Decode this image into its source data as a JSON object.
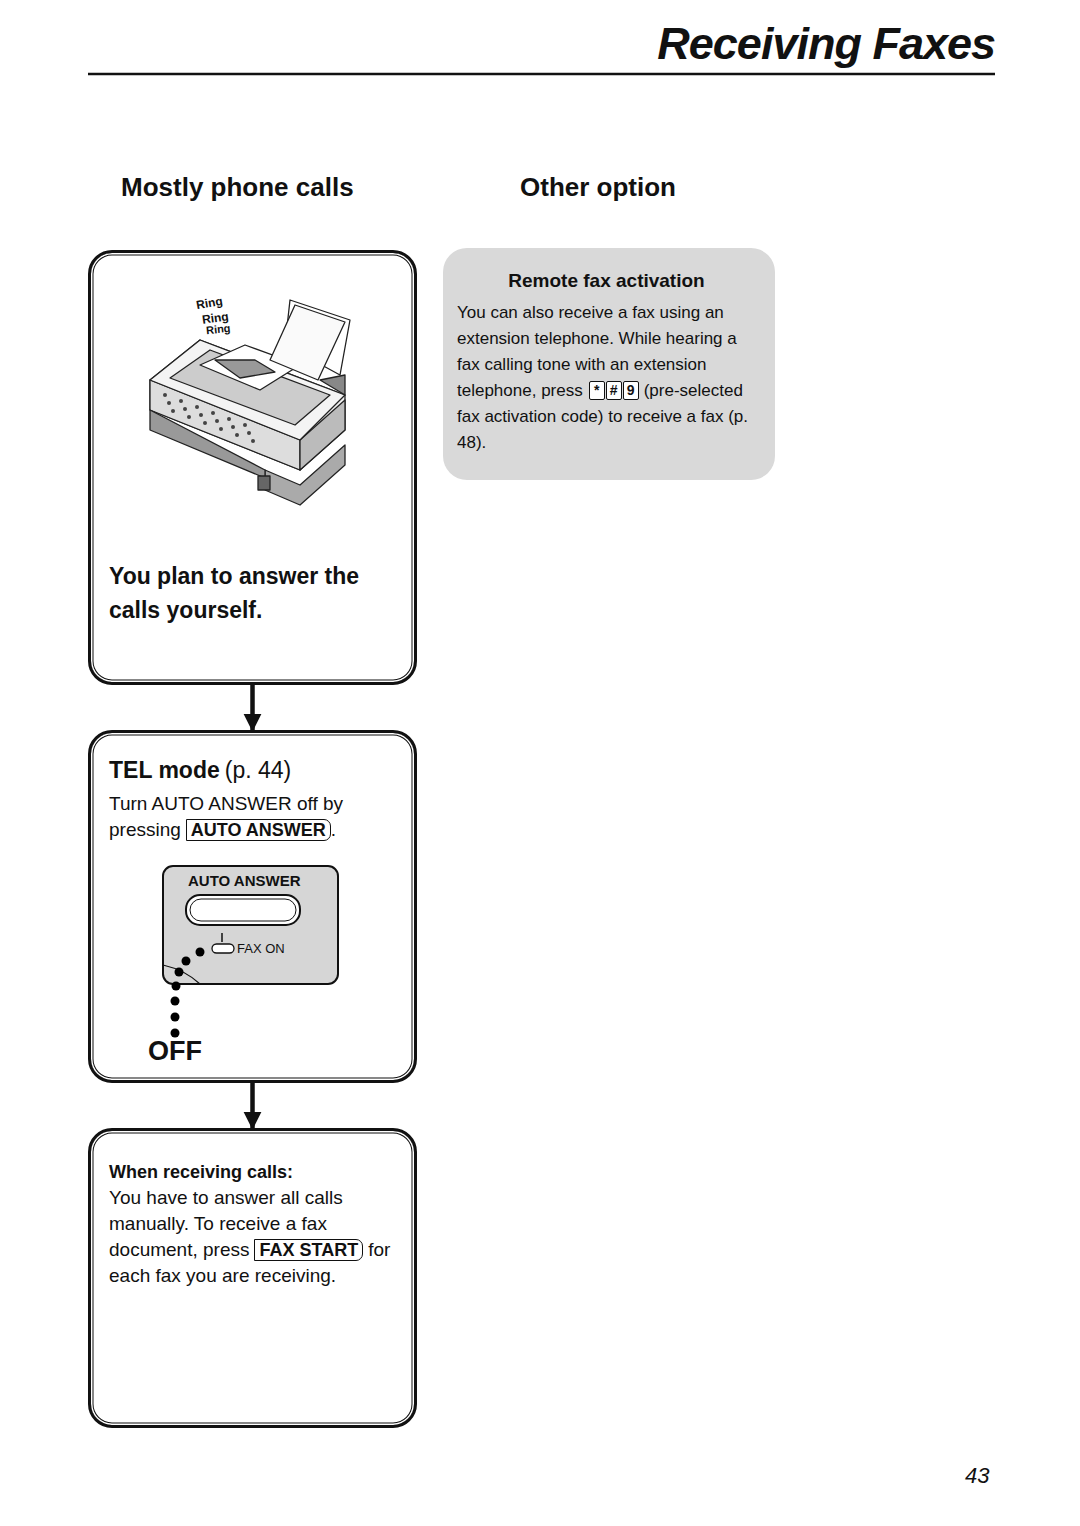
{
  "diagram": {
    "title": "Receiving Faxes",
    "nodes": [
      {
        "text": [
          "You plan to answer the calls yourself."
        ]
      },
      {
        "text": [
          "TEL mode",
          "(p. 44)",
          "Turn AUTO ANSWER off by pressing",
          "AUTO ANSWER",
          "."
        ]
      },
      {
        "text": [
          "When receiving calls:",
          "You have to answer all calls manually. To receive a fax document, press",
          "FAX START",
          "for each fax you are receiving."
        ]
      },
      {
        "text": [
          "Remote fax activation",
          "You can also receive a fax using an extension telephone. While hearing a fax calling tone with an extension telephone, press",
          "*",
          "#",
          "9",
          "(pre-selected fax activation code) to receive a fax (p. 48)."
        ]
      }
    ],
    "edges": [
      {
        "from": 0,
        "to": 1,
        "arrow": "to"
      },
      {
        "from": 1,
        "to": 2,
        "arrow": "to"
      }
    ],
    "labels": [
      "Mostly phone calls",
      "Other option",
      "Ring",
      "Ring",
      "Ring",
      "AUTO ANSWER",
      "FAX ON",
      "OFF",
      "43"
    ]
  }
}
